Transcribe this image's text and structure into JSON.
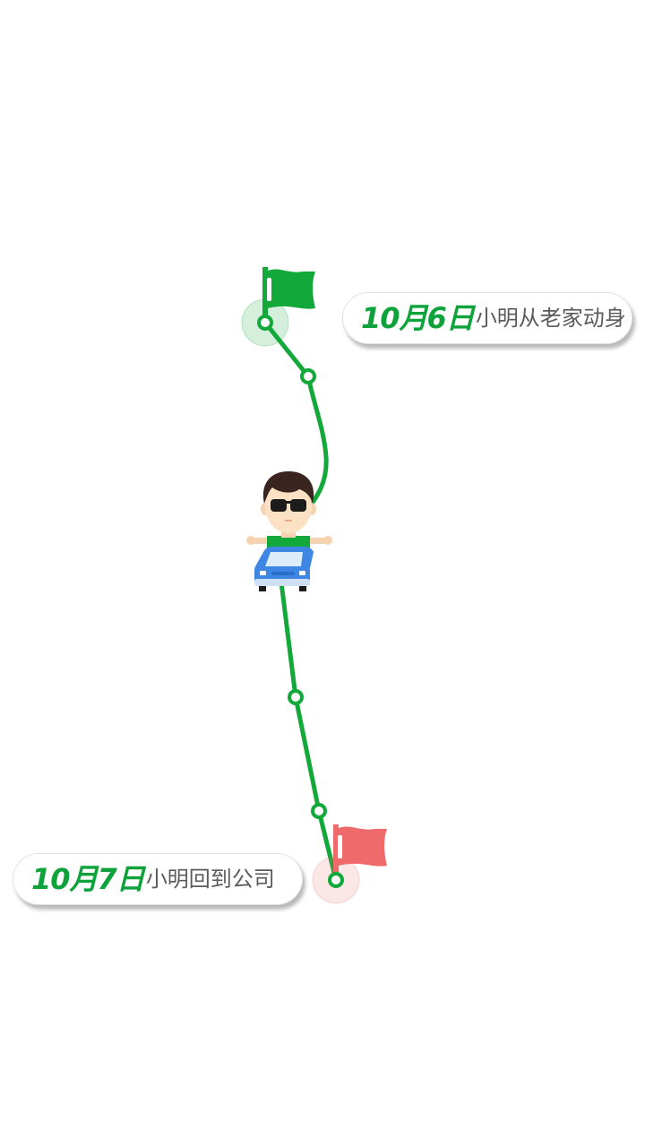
{
  "journey": {
    "start": {
      "date": "10月6日",
      "event": "小明从老家动身"
    },
    "end": {
      "date": "10月7日",
      "event": "小明回到公司"
    }
  },
  "colors": {
    "route": "#12a83a",
    "start_flag": "#12a83a",
    "end_flag": "#ef6b6b",
    "car": "#3d86e3",
    "shirt": "#12a83a"
  },
  "icons": {
    "start_flag": "green-flag-icon",
    "end_flag": "red-flag-icon",
    "traveler": "person-driving-car-icon"
  }
}
